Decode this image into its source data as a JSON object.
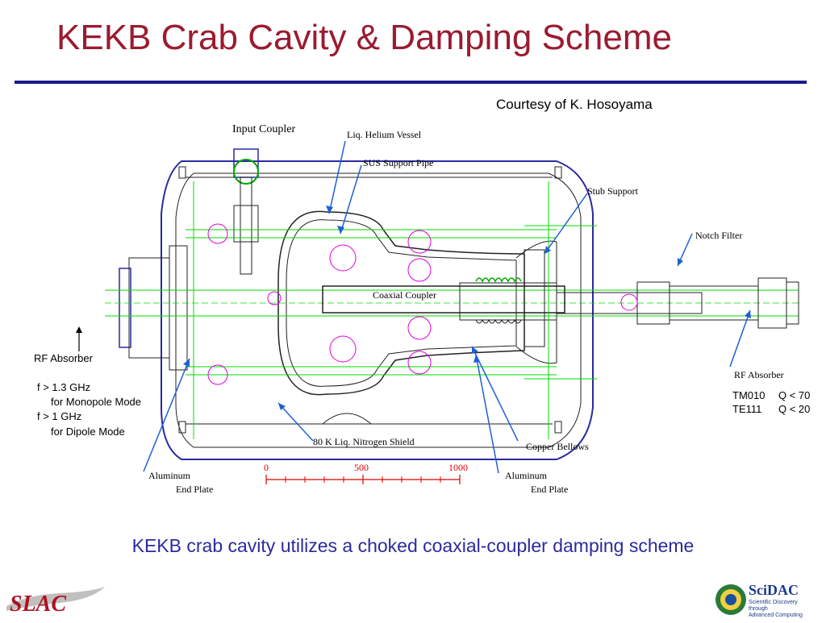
{
  "title": "KEKB Crab Cavity & Damping Scheme",
  "courtesy": "Courtesy of K. Hosoyama",
  "labels": {
    "input_coupler": "Input Coupler",
    "liq_helium_vessel": "Liq. Helium Vessel",
    "sus_support_pipe": "SUS Support Pipe",
    "stub_support": "Stub Support",
    "notch_filter": "Notch Filter",
    "coaxial_coupler": "Coaxial Coupler",
    "rf_absorber_right": "RF Absorber",
    "nitrogen_shield": "80 K Liq. Nitrogen Shield",
    "copper_bellows": "Copper Bellows",
    "aluminum_left_1": "Aluminum",
    "aluminum_left_2": "End Plate",
    "aluminum_right_1": "Aluminum",
    "aluminum_right_2": "End Plate"
  },
  "left_notes": {
    "rf_absorber": "RF Absorber",
    "line1": "f > 1.3 GHz",
    "line2": "for Monopole Mode",
    "line3": "f >  1  GHz",
    "line4": "for Dipole Mode"
  },
  "right_notes": {
    "line1_mode": "TM010",
    "line1_q": "Q < 70",
    "line2_mode": "TE111",
    "line2_q": "Q < 20"
  },
  "scale": {
    "t0": "0",
    "t500": "500",
    "t1000": "1000"
  },
  "caption": "KEKB crab cavity utilizes a choked coaxial-coupler damping scheme",
  "logos": {
    "left": "SLAC",
    "right_name": "SciDAC",
    "right_sub1": "Scientific Discovery",
    "right_sub2": "through",
    "right_sub3": "Advanced Computing"
  },
  "colors": {
    "title": "#9b1b30",
    "rule": "#1a1a8c",
    "caption": "#2b2b9c",
    "arrow": "#1f5fd6",
    "outline": "#2a2aa0",
    "green": "#00dd00",
    "magenta": "#e000e0",
    "dark": "#111111"
  }
}
